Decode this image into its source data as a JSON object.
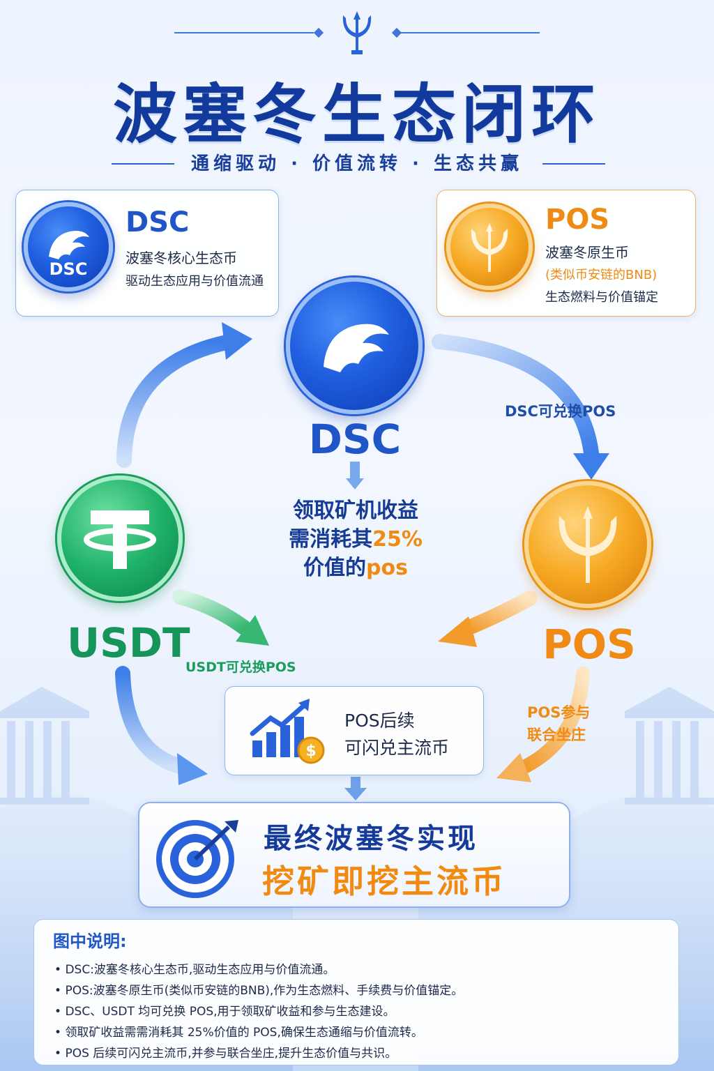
{
  "header": {
    "title": "波塞冬生态闭环",
    "subtitle": "通缩驱动 · 价值流转 · 生态共赢"
  },
  "cards": {
    "dsc": {
      "title": "DSC",
      "coin_text": "DSC",
      "line1": "波塞冬核心生态币",
      "line2": "驱动生态应用与价值流通"
    },
    "pos": {
      "title": "POS",
      "line1": "波塞冬原生币",
      "line2": "(类似币安链的BNB)",
      "line3": "生态燃料与价值锚定"
    }
  },
  "nodes": {
    "dsc_label": "DSC",
    "pos_label": "POS",
    "usdt_label": "USDT"
  },
  "flows": {
    "dsc_to_pos": "DSC可兑换POS",
    "usdt_to_pos": "USDT可兑换POS",
    "pos_join_line1": "POS参与",
    "pos_join_line2": "联合坐庄"
  },
  "center": {
    "line1": "领取矿机收益",
    "line2_a": "需消耗其",
    "line2_b": "25%",
    "line3_a": "价值的",
    "line3_b": "pos"
  },
  "mid_box": {
    "line1": "POS后续",
    "line2": "可闪兑主流币"
  },
  "final": {
    "line1": "最终波塞冬实现",
    "line2": "挖矿即挖主流币"
  },
  "legend": {
    "title": "图中说明:",
    "items": [
      "DSC:波塞冬核心生态币,驱动生态应用与价值流通。",
      "POS:波塞冬原生币(类似币安链的BNB),作为生态燃料、手续费与价值锚定。",
      "DSC、USDT 均可兑换 POS,用于领取矿收益和参与生态建设。",
      "领取矿收益需需消耗其 25%价值的 POS,确保生态通缩与价值流转。",
      "POS 后续可闪兑主流币,并参与联合坐庄,提升生态价值与共识。"
    ]
  },
  "colors": {
    "primary_blue": "#123a9c",
    "accent_orange": "#f08a12",
    "usdt_green": "#1a9c5b"
  }
}
